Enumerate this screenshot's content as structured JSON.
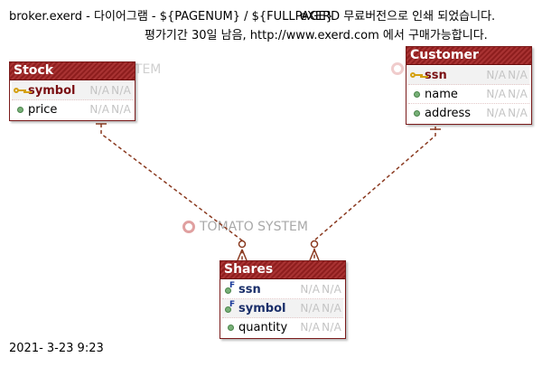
{
  "header": {
    "line1": "broker.exerd - 다이어그램 - ${PAGENUM} / ${FULLPAGE}",
    "line1_overlay": "eXERD 무료버전으로 인쇄 되었습니다.",
    "line2": "평가기간 30일 남음, http://www.exerd.com 에서 구매가능합니다."
  },
  "watermark": {
    "text": "TOMATO SYSTEM",
    "partial_text": "STEM"
  },
  "entities": {
    "stock": {
      "title": "Stock",
      "columns": [
        {
          "name": "symbol",
          "kind": "pk",
          "icon": "key-icon",
          "type": "N/A",
          "domain": "N/A"
        },
        {
          "name": "price",
          "kind": "attr",
          "icon": "attribute-dot-icon",
          "type": "N/A",
          "domain": "N/A"
        }
      ]
    },
    "customer": {
      "title": "Customer",
      "columns": [
        {
          "name": "ssn",
          "kind": "pk",
          "icon": "key-icon",
          "type": "N/A",
          "domain": "N/A"
        },
        {
          "name": "name",
          "kind": "attr",
          "icon": "attribute-dot-icon",
          "type": "N/A",
          "domain": "N/A"
        },
        {
          "name": "address",
          "kind": "attr",
          "icon": "attribute-dot-icon",
          "type": "N/A",
          "domain": "N/A"
        }
      ]
    },
    "shares": {
      "title": "Shares",
      "columns": [
        {
          "name": "ssn",
          "kind": "fk",
          "icon": "foreign-key-icon",
          "type": "N/A",
          "domain": "N/A"
        },
        {
          "name": "symbol",
          "kind": "fk",
          "icon": "foreign-key-icon",
          "type": "N/A",
          "domain": "N/A"
        },
        {
          "name": "quantity",
          "kind": "attr",
          "icon": "attribute-dot-icon",
          "type": "N/A",
          "domain": "N/A"
        }
      ]
    }
  },
  "relationships": [
    {
      "from": "Stock",
      "to": "Shares",
      "from_cardinality": "one",
      "to_cardinality": "zero-or-many",
      "style": "dashed"
    },
    {
      "from": "Customer",
      "to": "Shares",
      "from_cardinality": "one",
      "to_cardinality": "zero-or-many",
      "style": "dashed"
    }
  ],
  "colors": {
    "entity_header": "#8e1e1e",
    "relationship_line": "#8a3a20",
    "primary_key_text": "#7a0f12",
    "foreign_key_text": "#1a2f6a",
    "na_text": "#c4c4c4"
  },
  "footer": {
    "timestamp": "2021- 3-23  9:23"
  }
}
